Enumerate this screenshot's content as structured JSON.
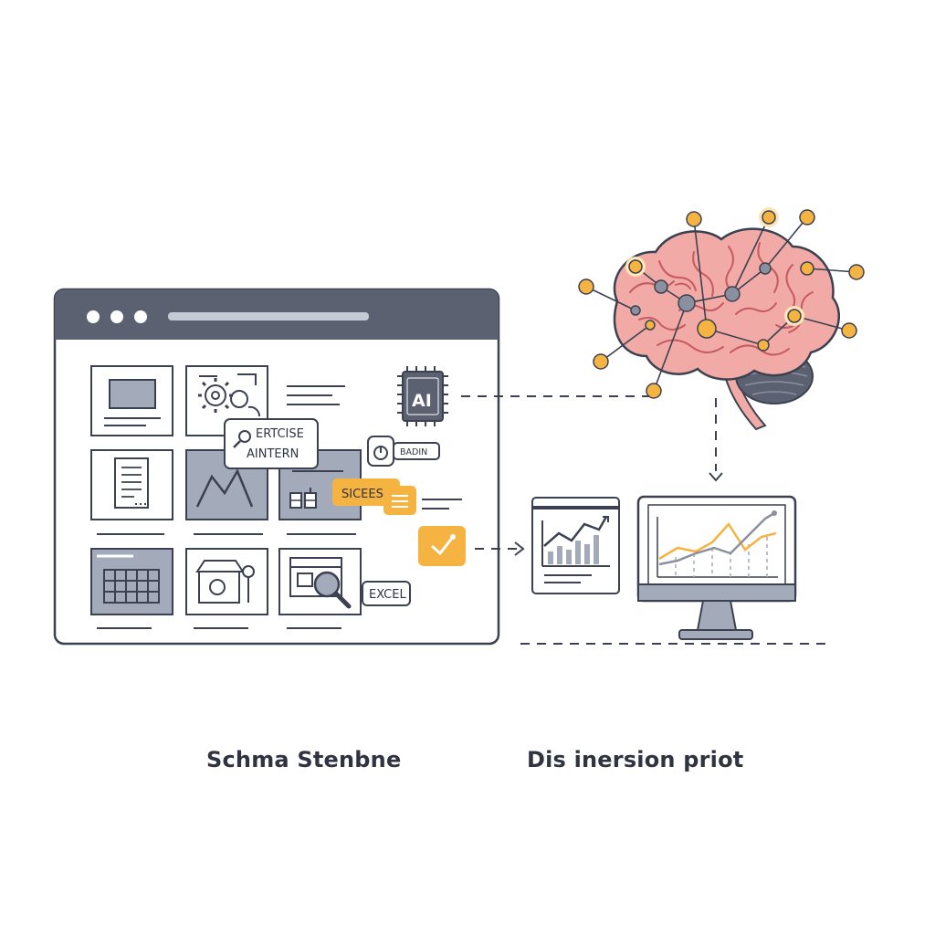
{
  "colors": {
    "stroke": "#3b4150",
    "panel_fill": "#a3abba",
    "browser_bar": "#5b6170",
    "accent": "#f5b342",
    "brain_fill": "#f2aaa6",
    "brain_vein": "#c65a60",
    "cerebellum": "#5b6170"
  },
  "icons": [
    "ai-chip-icon",
    "gear-icon",
    "search-icon",
    "magnifier-icon",
    "pin-icon",
    "stopwatch-icon",
    "check-icon",
    "list-icon",
    "brain-icon",
    "monitor-icon"
  ],
  "browser": {
    "window_dots": 3,
    "callout_search": {
      "line1": "ERTCISE",
      "line2": "AINTERN"
    },
    "tag_sicees": "SICEES",
    "tag_excel": "EXCEL",
    "tag_badin": "BADIN"
  },
  "ai_chip": {
    "label": "AI"
  },
  "captions": {
    "left": "Schma Stenbne",
    "right": "Dis inersion priot"
  }
}
